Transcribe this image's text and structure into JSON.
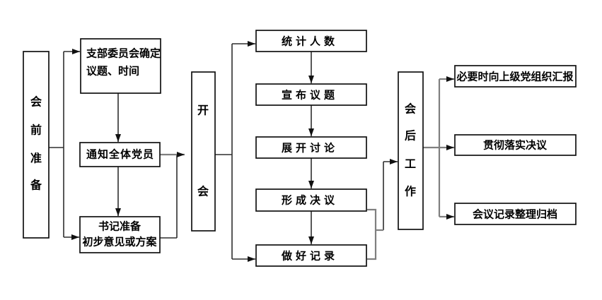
{
  "page": {
    "background": "#ffffff"
  },
  "palette": {
    "line": "#2e2e2e",
    "gray_line": "#7f7f7f",
    "arrow": "#111111",
    "box_border": "#111111",
    "box_fill": "#ffffff",
    "text": "#000000"
  },
  "stages": {
    "pre_meeting": {
      "label": "会前准备",
      "chars": [
        "会",
        "前",
        "准",
        "备"
      ]
    },
    "meeting": {
      "label": "开会",
      "chars": [
        "开",
        "会"
      ]
    },
    "post_meeting": {
      "label": "会后工作",
      "chars": [
        "会",
        "后",
        "工",
        "作"
      ]
    }
  },
  "pre_meeting_steps": [
    {
      "lines": [
        "支部委员会确定",
        "议题、时间"
      ]
    },
    {
      "lines": [
        "通知全体党员"
      ]
    },
    {
      "lines": [
        "书记准备",
        "初步意见或方案"
      ]
    }
  ],
  "meeting_steps": [
    {
      "label": "统计人数"
    },
    {
      "label": "宣布议题"
    },
    {
      "label": "展开讨论"
    },
    {
      "label": "形成决议"
    },
    {
      "label": "做好记录"
    }
  ],
  "post_meeting_steps": [
    {
      "label": "必要时向上级党组织汇报"
    },
    {
      "label": "贯彻落实决议"
    },
    {
      "label": "会议记录整理归档"
    }
  ]
}
